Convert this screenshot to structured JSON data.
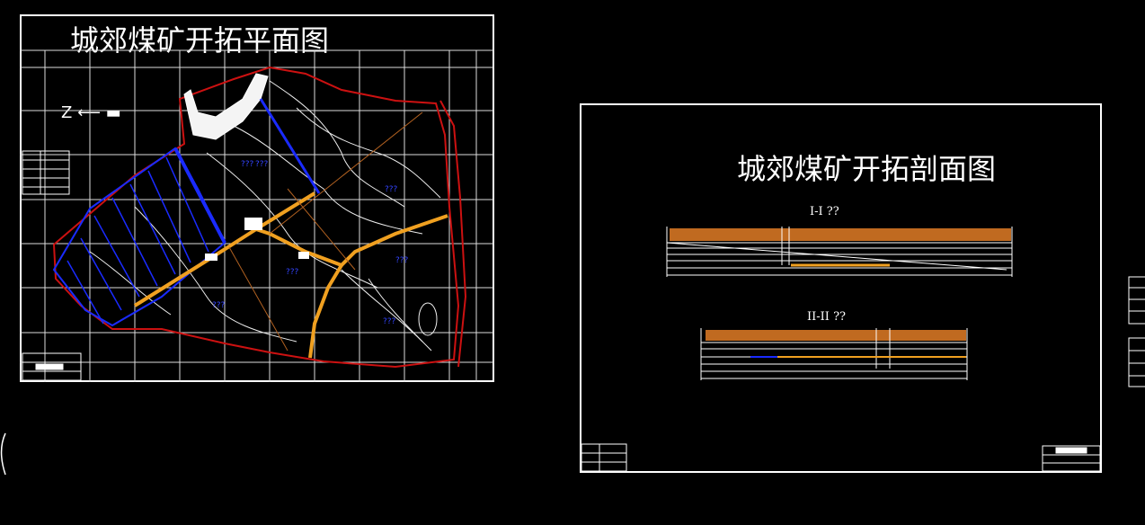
{
  "plan": {
    "title": "城郊煤矿开拓平面图",
    "north_label": "Z",
    "markers": [
      "???",
      "???",
      "???",
      "???",
      "???",
      "???",
      "???"
    ]
  },
  "section": {
    "title": "城郊煤矿开拓剖面图",
    "section1_label": "I-I ??",
    "section2_label": "II-II ??"
  },
  "colors": {
    "background": "#000000",
    "lines": "#ffffff",
    "boundary": "#cc1111",
    "roadway": "#f0a020",
    "panels": "#1a2bff",
    "strata": "#c06a20"
  }
}
